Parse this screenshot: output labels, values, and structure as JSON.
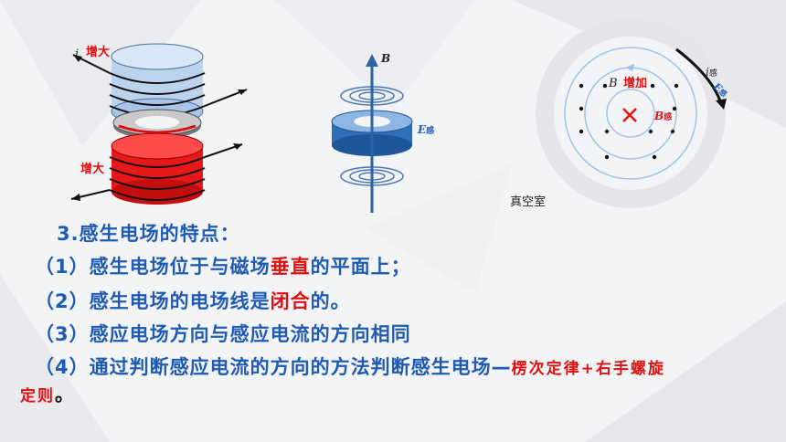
{
  "figure1": {
    "current_label": "i",
    "top_label": "增大",
    "bottom_label": "增大"
  },
  "figure2": {
    "b_label": "B",
    "e_label": "E",
    "e_sub": "感"
  },
  "figure3": {
    "b_label": "B",
    "increase_label": "增加",
    "b_induced": "B",
    "b_induced_sub": "感",
    "i_label": "i",
    "i_sub": "感",
    "e_label": "E",
    "e_sub": "感",
    "chamber_label": "真空室"
  },
  "content": {
    "heading": "3.感生电场的特点：",
    "p1_a": "（1）感生电场位于与磁场",
    "p1_red": "垂直",
    "p1_b": "的平面上；",
    "p2_a": "（2）感生电场的电场线是",
    "p2_red": "闭合",
    "p2_b": "的。",
    "p3": "（3）感应电场方向与感应电流的方向相同",
    "p4_a": "（4）通过判断感应电流的方向的方法判断感生电场",
    "p4_dash": "—",
    "p4_red_1": "楞次定律+右手螺旋",
    "p4_red_2": "定则",
    "p4_end": "。"
  }
}
